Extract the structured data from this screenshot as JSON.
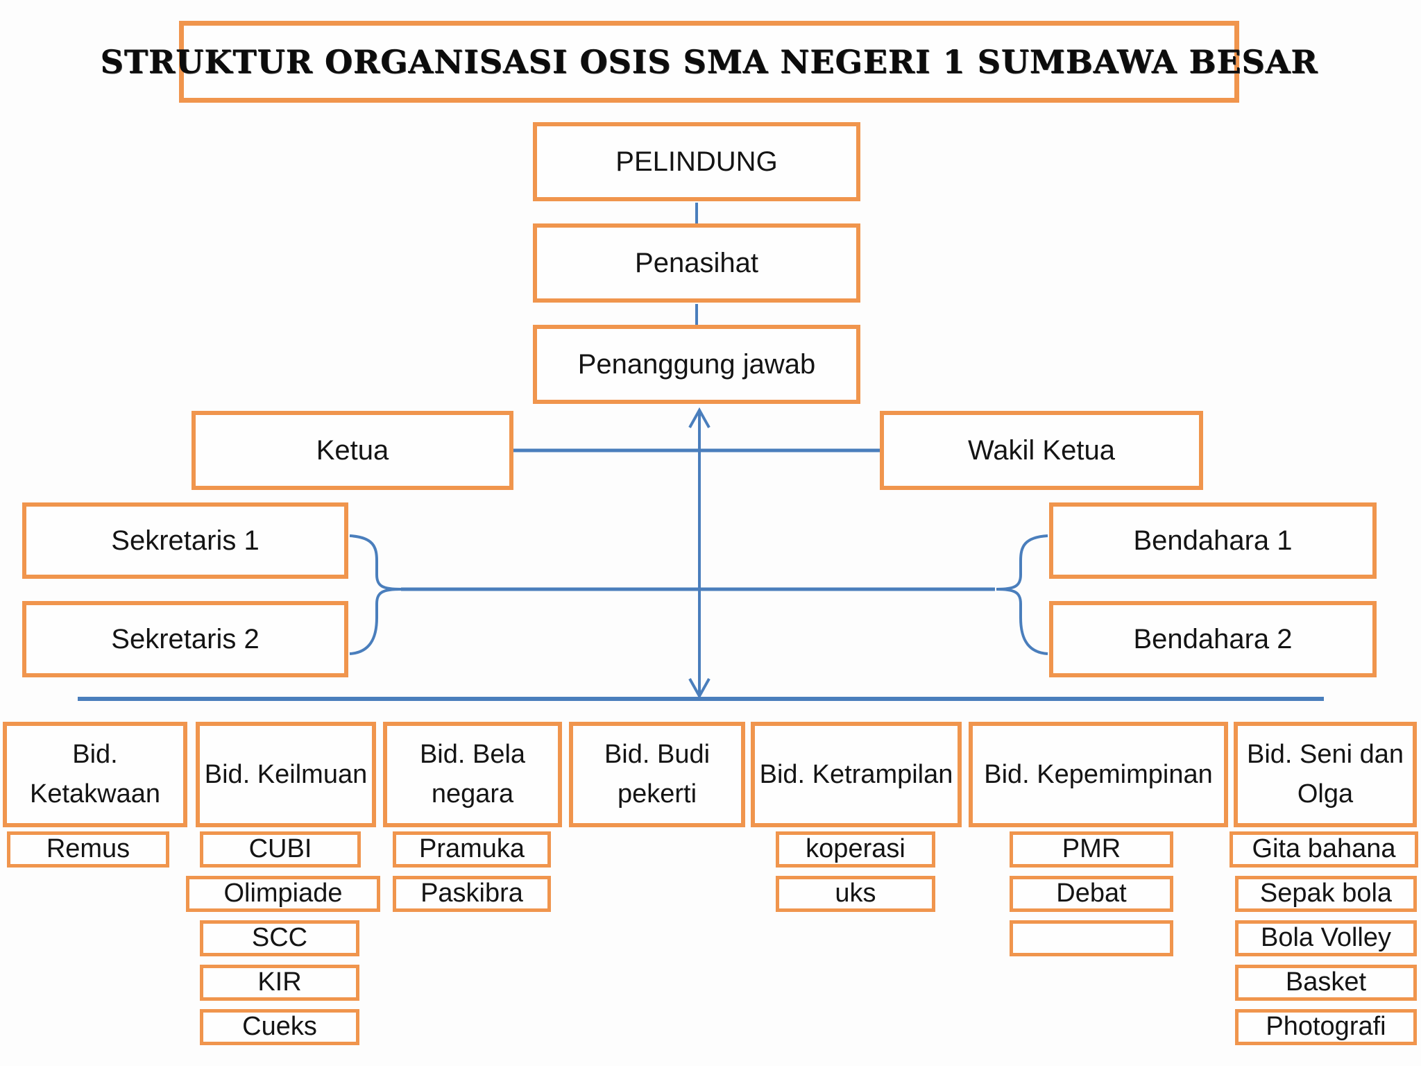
{
  "title": "STRUKTUR ORGANISASI OSIS SMA NEGERI 1 SUMBAWA BESAR",
  "colors": {
    "box_border_orange": "#F0954D",
    "connector_blue": "#4A7EBC",
    "text": "#141414",
    "background": "#FDFDFD"
  },
  "hierarchy": {
    "pelindung": "PELINDUNG",
    "penasihat": "Penasihat",
    "penanggung_jawab": "Penanggung jawab",
    "ketua": "Ketua",
    "wakil_ketua": "Wakil Ketua",
    "sekretaris_1": "Sekretaris 1",
    "sekretaris_2": "Sekretaris 2",
    "bendahara_1": "Bendahara 1",
    "bendahara_2": "Bendahara 2"
  },
  "departments": [
    {
      "label": "Bid. Ketakwaan",
      "items": [
        "Remus"
      ]
    },
    {
      "label": "Bid. Keilmuan",
      "items": [
        "CUBI",
        "Olimpiade",
        "SCC",
        "KIR",
        "Cueks"
      ]
    },
    {
      "label": "Bid. Bela negara",
      "items": [
        "Pramuka",
        "Paskibra"
      ]
    },
    {
      "label": "Bid. Budi pekerti",
      "items": []
    },
    {
      "label": "Bid. Ketrampilan",
      "items": [
        "koperasi",
        "uks"
      ]
    },
    {
      "label": "Bid. Kepemimpinan",
      "items": [
        "PMR",
        "Debat",
        ""
      ]
    },
    {
      "label": "Bid. Seni dan Olga",
      "items": [
        "Gita bahana",
        "Sepak bola",
        "Bola Volley",
        "Basket",
        "Photografi"
      ]
    }
  ]
}
